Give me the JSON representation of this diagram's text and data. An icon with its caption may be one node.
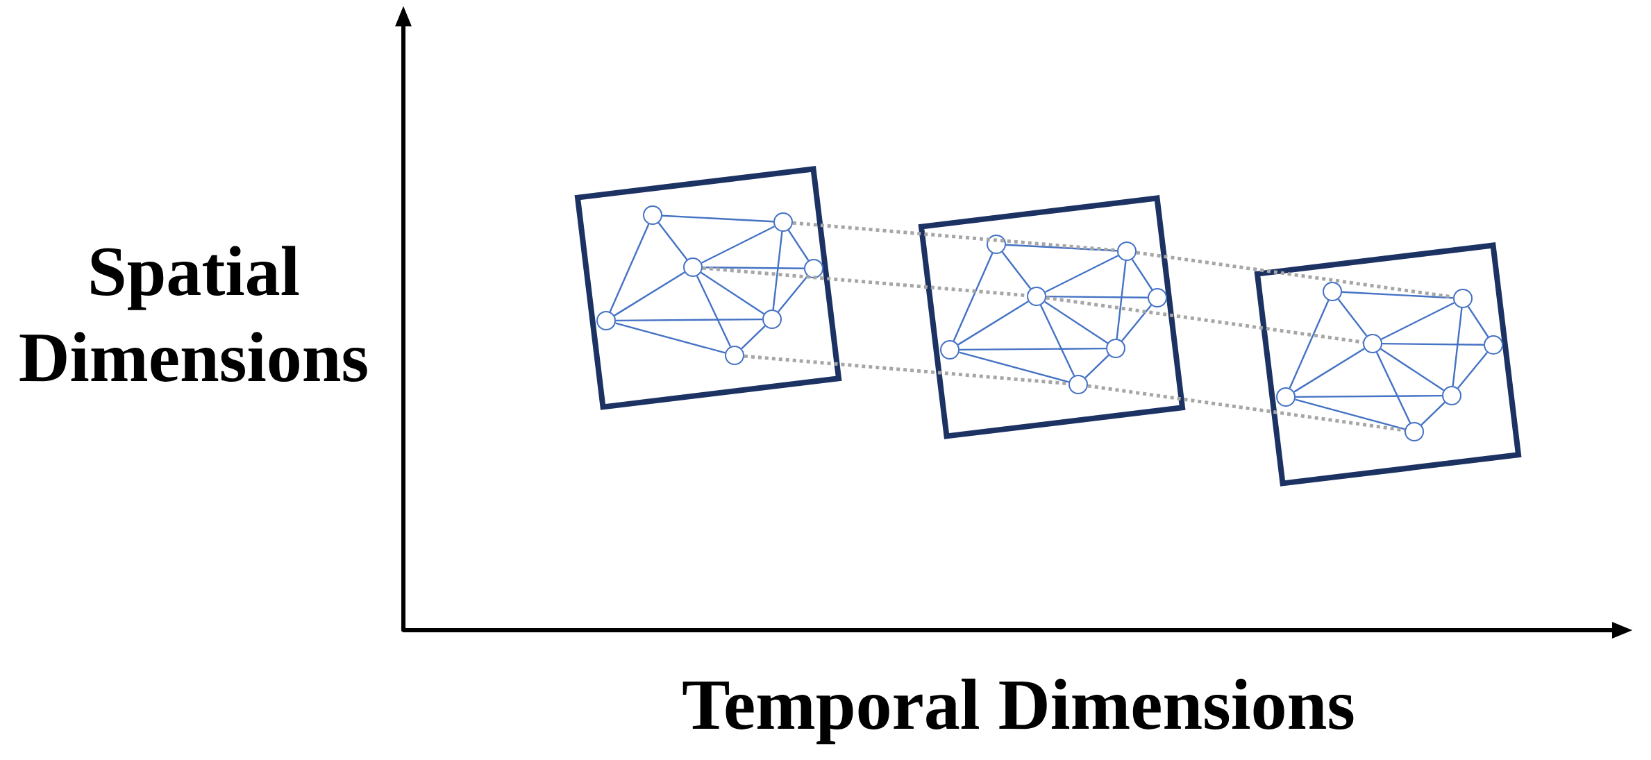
{
  "diagram": {
    "nodes": [
      {
        "text": [],
        "shape": "box"
      },
      {
        "text": [],
        "shape": "circle",
        "in": 0
      },
      {
        "text": [],
        "shape": "circle",
        "in": 0
      },
      {
        "text": [],
        "shape": "circle",
        "in": 0
      },
      {
        "text": [],
        "shape": "circle",
        "in": 0
      },
      {
        "text": [],
        "shape": "circle",
        "in": 0
      },
      {
        "text": [],
        "shape": "circle",
        "in": 0
      },
      {
        "text": [],
        "shape": "circle",
        "in": 0
      },
      {
        "text": [],
        "shape": "box"
      },
      {
        "text": [],
        "shape": "circle",
        "in": 8
      },
      {
        "text": [],
        "shape": "circle",
        "in": 8
      },
      {
        "text": [],
        "shape": "circle",
        "in": 8
      },
      {
        "text": [],
        "shape": "circle",
        "in": 8
      },
      {
        "text": [],
        "shape": "circle",
        "in": 8
      },
      {
        "text": [],
        "shape": "circle",
        "in": 8
      },
      {
        "text": [],
        "shape": "circle",
        "in": 8
      },
      {
        "text": [],
        "shape": "box"
      },
      {
        "text": [],
        "shape": "circle",
        "in": 16
      },
      {
        "text": [],
        "shape": "circle",
        "in": 16
      },
      {
        "text": [],
        "shape": "circle",
        "in": 16
      },
      {
        "text": [],
        "shape": "circle",
        "in": 16
      },
      {
        "text": [],
        "shape": "circle",
        "in": 16
      },
      {
        "text": [],
        "shape": "circle",
        "in": 16
      },
      {
        "text": [],
        "shape": "circle",
        "in": 16
      }
    ],
    "edges": [
      {
        "from": 1,
        "to": 2,
        "arrow": "none"
      },
      {
        "from": 1,
        "to": 3,
        "arrow": "none"
      },
      {
        "from": 1,
        "to": 5,
        "arrow": "none"
      },
      {
        "from": 2,
        "to": 3,
        "arrow": "none"
      },
      {
        "from": 2,
        "to": 4,
        "arrow": "none"
      },
      {
        "from": 2,
        "to": 6,
        "arrow": "none"
      },
      {
        "from": 3,
        "to": 4,
        "arrow": "none"
      },
      {
        "from": 3,
        "to": 5,
        "arrow": "none"
      },
      {
        "from": 3,
        "to": 6,
        "arrow": "none"
      },
      {
        "from": 3,
        "to": 7,
        "arrow": "none"
      },
      {
        "from": 4,
        "to": 6,
        "arrow": "none"
      },
      {
        "from": 5,
        "to": 6,
        "arrow": "none"
      },
      {
        "from": 5,
        "to": 7,
        "arrow": "none"
      },
      {
        "from": 6,
        "to": 7,
        "arrow": "none"
      },
      {
        "from": 9,
        "to": 10,
        "arrow": "none"
      },
      {
        "from": 9,
        "to": 11,
        "arrow": "none"
      },
      {
        "from": 9,
        "to": 13,
        "arrow": "none"
      },
      {
        "from": 10,
        "to": 11,
        "arrow": "none"
      },
      {
        "from": 10,
        "to": 12,
        "arrow": "none"
      },
      {
        "from": 10,
        "to": 14,
        "arrow": "none"
      },
      {
        "from": 11,
        "to": 12,
        "arrow": "none"
      },
      {
        "from": 11,
        "to": 13,
        "arrow": "none"
      },
      {
        "from": 11,
        "to": 14,
        "arrow": "none"
      },
      {
        "from": 11,
        "to": 15,
        "arrow": "none"
      },
      {
        "from": 12,
        "to": 14,
        "arrow": "none"
      },
      {
        "from": 13,
        "to": 14,
        "arrow": "none"
      },
      {
        "from": 13,
        "to": 15,
        "arrow": "none"
      },
      {
        "from": 14,
        "to": 15,
        "arrow": "none"
      },
      {
        "from": 17,
        "to": 18,
        "arrow": "none"
      },
      {
        "from": 17,
        "to": 19,
        "arrow": "none"
      },
      {
        "from": 17,
        "to": 21,
        "arrow": "none"
      },
      {
        "from": 18,
        "to": 19,
        "arrow": "none"
      },
      {
        "from": 18,
        "to": 20,
        "arrow": "none"
      },
      {
        "from": 18,
        "to": 22,
        "arrow": "none"
      },
      {
        "from": 19,
        "to": 20,
        "arrow": "none"
      },
      {
        "from": 19,
        "to": 21,
        "arrow": "none"
      },
      {
        "from": 19,
        "to": 22,
        "arrow": "none"
      },
      {
        "from": 19,
        "to": 23,
        "arrow": "none"
      },
      {
        "from": 20,
        "to": 22,
        "arrow": "none"
      },
      {
        "from": 21,
        "to": 22,
        "arrow": "none"
      },
      {
        "from": 21,
        "to": 23,
        "arrow": "none"
      },
      {
        "from": 22,
        "to": 23,
        "arrow": "none"
      },
      {
        "from": 2,
        "to": 10,
        "arrow": "none",
        "style": "dashed",
        "color": "#a6a6a6"
      },
      {
        "from": 10,
        "to": 18,
        "arrow": "none",
        "style": "dashed",
        "color": "#a6a6a6"
      },
      {
        "from": 3,
        "to": 11,
        "arrow": "none",
        "style": "dashed",
        "color": "#a6a6a6"
      },
      {
        "from": 11,
        "to": 19,
        "arrow": "none",
        "style": "dashed",
        "color": "#a6a6a6"
      },
      {
        "from": 7,
        "to": 15,
        "arrow": "none",
        "style": "dashed",
        "color": "#a6a6a6"
      },
      {
        "from": 15,
        "to": 23,
        "arrow": "none",
        "style": "dashed",
        "color": "#a6a6a6"
      }
    ],
    "labels": [
      "Spatial Dimensions",
      "Temporal Dimensions"
    ]
  }
}
